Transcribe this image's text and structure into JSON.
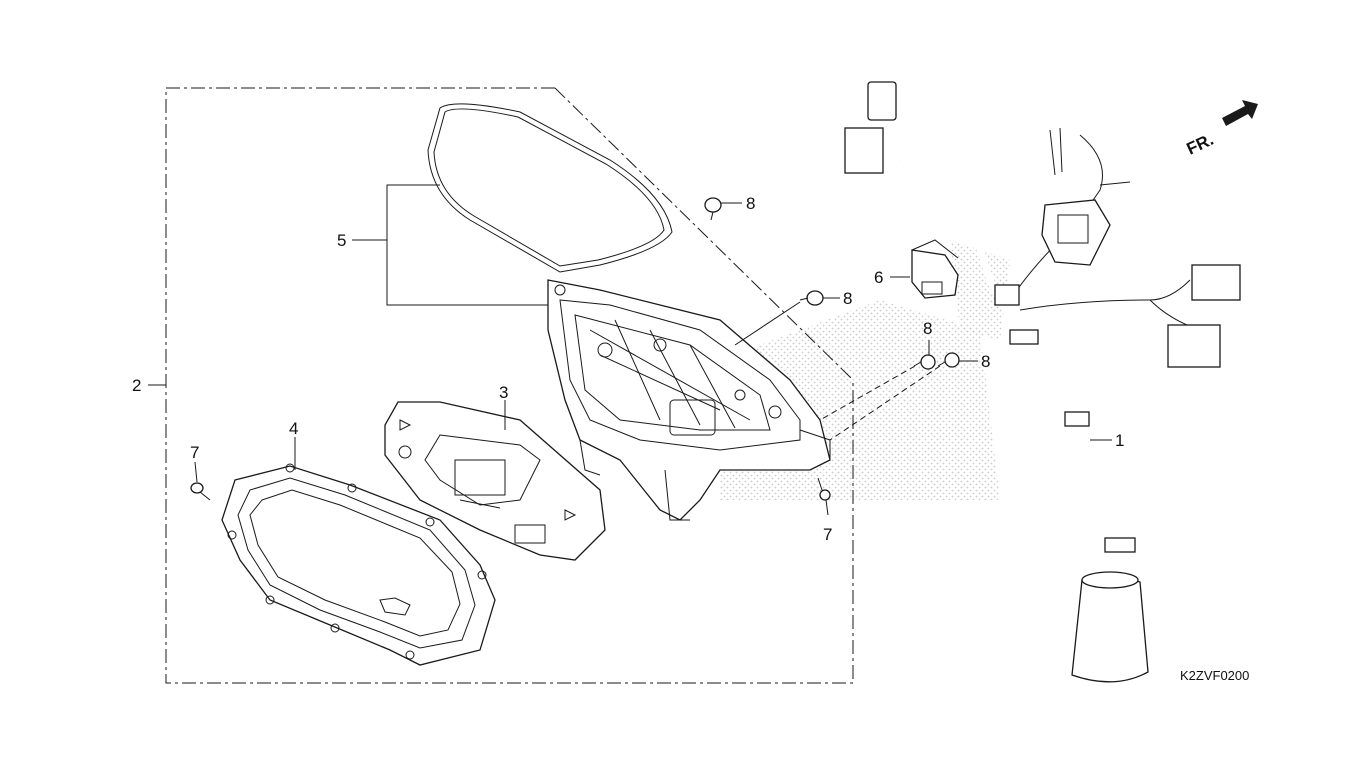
{
  "diagram": {
    "callouts": {
      "c1": "1",
      "c2": "2",
      "c3": "3",
      "c4": "4",
      "c5": "5",
      "c6": "6",
      "c7a": "7",
      "c7b": "7",
      "c8a": "8",
      "c8b": "8",
      "c8c": "8",
      "c8d": "8"
    },
    "direction_label": "FR.",
    "diagram_code": "K2ZVF0200"
  }
}
